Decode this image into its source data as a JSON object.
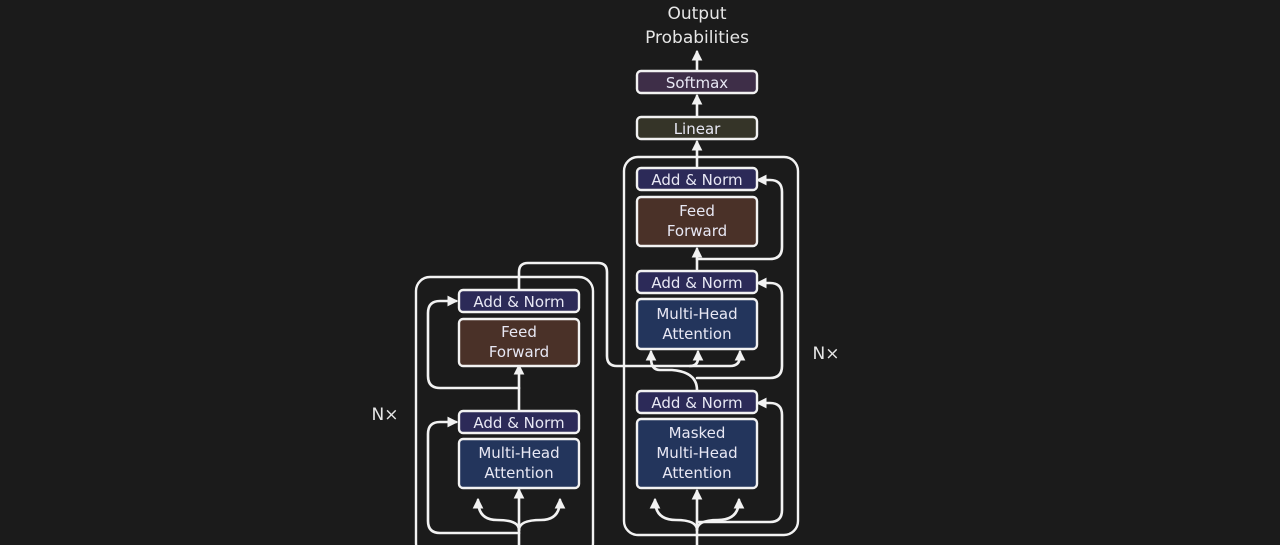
{
  "output_label": [
    "Output",
    "Probabilities"
  ],
  "softmax": "Softmax",
  "linear": "Linear",
  "encoder": {
    "repeat_label": "N×",
    "add_norm_top": "Add & Norm",
    "feed_forward": [
      "Feed",
      "Forward"
    ],
    "add_norm_bottom": "Add & Norm",
    "attention": [
      "Multi-Head",
      "Attention"
    ]
  },
  "decoder": {
    "repeat_label": "N×",
    "add_norm_top": "Add & Norm",
    "feed_forward": [
      "Feed",
      "Forward"
    ],
    "add_norm_mid": "Add & Norm",
    "cross_attention": [
      "Multi-Head",
      "Attention"
    ],
    "add_norm_bottom": "Add & Norm",
    "masked_attention": [
      "Masked",
      "Multi-Head",
      "Attention"
    ]
  },
  "colors": {
    "background": "#1b1b1b",
    "add_norm": "#2c2a58",
    "feed_forward": "#4a3128",
    "attention": "#23355c",
    "linear": "#353428",
    "softmax": "#3e2e48",
    "line": "#f2f2f2"
  }
}
